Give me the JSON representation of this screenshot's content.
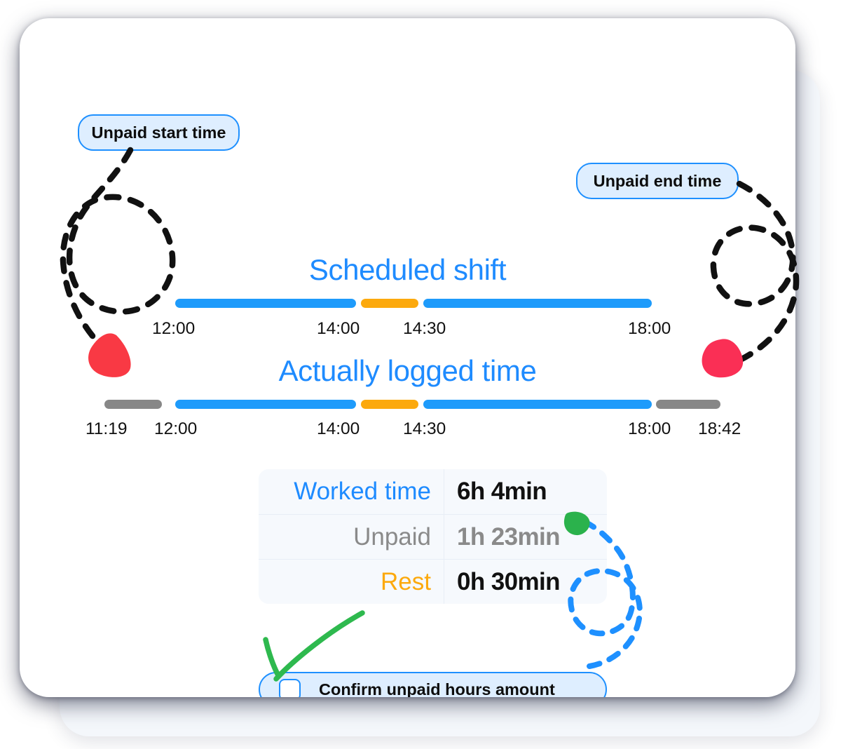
{
  "callouts": {
    "unpaid_start": "Unpaid start time",
    "unpaid_end": "Unpaid end time"
  },
  "timelines": [
    {
      "id": "scheduled",
      "title": "Scheduled shift",
      "ticks": [
        "12:00",
        "14:00",
        "14:30",
        "18:00"
      ],
      "segments": [
        {
          "kind": "work",
          "color": "#1e9bfb",
          "from": "12:00",
          "to": "14:00"
        },
        {
          "kind": "rest",
          "color": "#fca90d",
          "from": "14:00",
          "to": "14:30"
        },
        {
          "kind": "work",
          "color": "#1e9bfb",
          "from": "14:30",
          "to": "18:00"
        }
      ]
    },
    {
      "id": "logged",
      "title": "Actually logged time",
      "ticks": [
        "11:19",
        "12:00",
        "14:00",
        "14:30",
        "18:00",
        "18:42"
      ],
      "segments": [
        {
          "kind": "unpaid",
          "color": "#878787",
          "from": "11:19",
          "to": "12:00"
        },
        {
          "kind": "work",
          "color": "#1e9bfb",
          "from": "12:00",
          "to": "14:00"
        },
        {
          "kind": "rest",
          "color": "#fca90d",
          "from": "14:00",
          "to": "14:30"
        },
        {
          "kind": "work",
          "color": "#1e9bfb",
          "from": "14:30",
          "to": "18:00"
        },
        {
          "kind": "unpaid",
          "color": "#878787",
          "from": "18:00",
          "to": "18:42"
        }
      ]
    }
  ],
  "summary": {
    "rows": [
      {
        "label": "Worked time",
        "value": "6h 4min",
        "label_color": "#1e8bff",
        "value_color": "#111111"
      },
      {
        "label": "Unpaid",
        "value": "1h 23min",
        "label_color": "#8a8a8a",
        "value_color": "#8a8a8a"
      },
      {
        "label": "Rest",
        "value": "0h 30min",
        "label_color": "#fca90d",
        "value_color": "#111111"
      }
    ]
  },
  "confirm": {
    "label": "Confirm unpaid hours amount",
    "checked": false
  },
  "annotations": {
    "pointer_markers": [
      {
        "name": "red-start-marker",
        "color": "#f93944"
      },
      {
        "name": "red-end-marker",
        "color": "#fa2f55"
      },
      {
        "name": "green-unpaid-marker",
        "color": "#2bb24c"
      }
    ],
    "curve_colors": {
      "black_dashed": "#111111",
      "blue_dashed": "#1e90ff",
      "green_check": "#2eb94e"
    }
  },
  "colors": {
    "accent_blue": "#1e8bff",
    "rest_orange": "#fca90d",
    "unpaid_gray": "#878787",
    "pill_fill": "#deeeff",
    "pill_border": "#1e90ff",
    "table_fill": "#f6f9fd"
  }
}
